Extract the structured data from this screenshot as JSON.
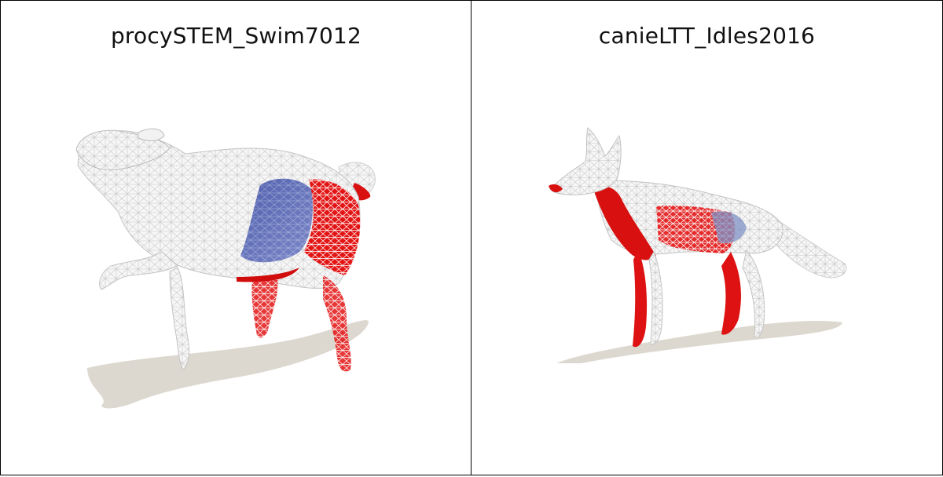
{
  "panels": [
    {
      "title": "procySTEM_Swim7012",
      "figure": "running-dog-wireframe",
      "colors": {
        "mesh": "#d8d8d8",
        "fill": "#f4f4f4",
        "highlight_red": "#e01010",
        "highlight_blue": "#4a5aa8",
        "shadow": "#dcd8cf"
      }
    },
    {
      "title": "canieLTT_Idles2016",
      "figure": "standing-wolf-wireframe",
      "colors": {
        "mesh": "#d8d8d8",
        "fill": "#f4f4f4",
        "highlight_red": "#e01010",
        "highlight_blue": "#7a8ec0",
        "shadow": "#dcd8cf"
      }
    }
  ]
}
